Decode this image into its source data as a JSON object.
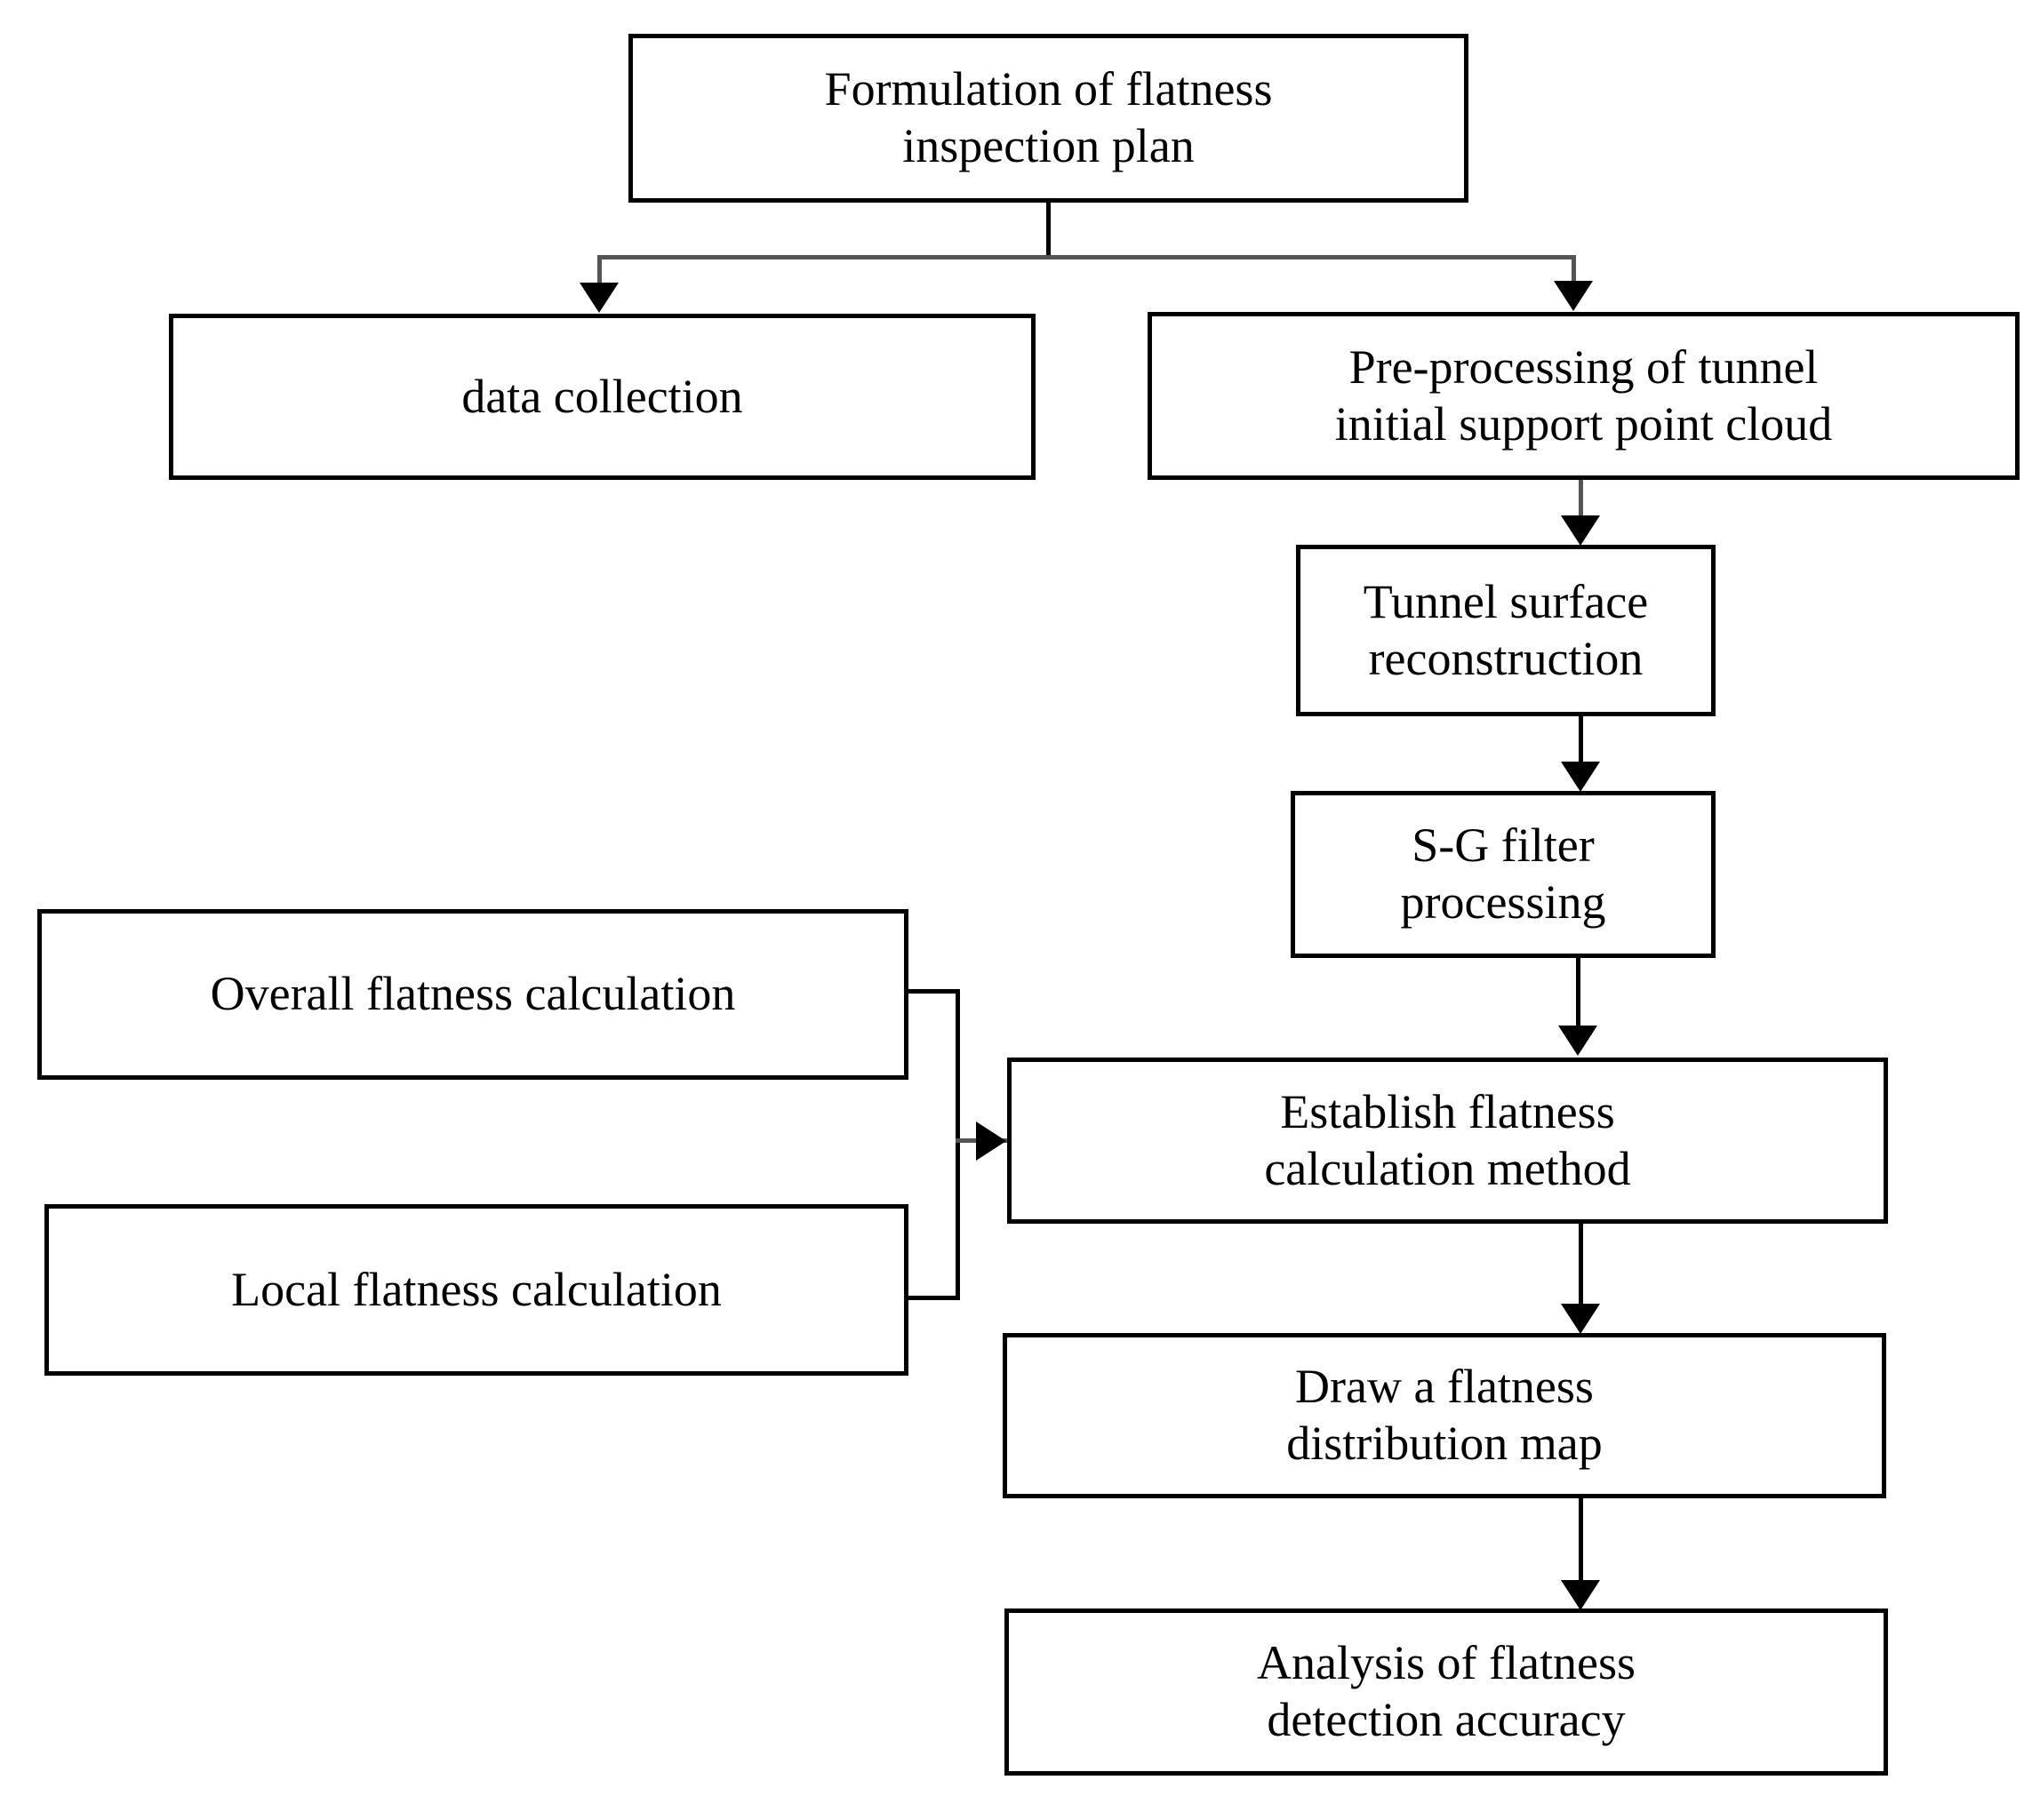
{
  "diagram": {
    "title": "Flatness inspection workflow flowchart",
    "type": "flowchart",
    "stroke_color": "#000000",
    "connector_color": "#555555",
    "background_color": "#ffffff",
    "nodes": [
      {
        "id": "formulation",
        "label": "Formulation of flatness\ninspection plan"
      },
      {
        "id": "data-collection",
        "label": "data collection"
      },
      {
        "id": "preprocessing",
        "label": "Pre-processing of tunnel\ninitial support point cloud"
      },
      {
        "id": "surface-recon",
        "label": "Tunnel surface\nreconstruction"
      },
      {
        "id": "sg-filter",
        "label": "S-G filter\nprocessing"
      },
      {
        "id": "overall-flatness",
        "label": "Overall flatness calculation"
      },
      {
        "id": "local-flatness",
        "label": "Local flatness calculation"
      },
      {
        "id": "establish-method",
        "label": "Establish flatness\ncalculation method"
      },
      {
        "id": "draw-map",
        "label": "Draw a flatness\ndistribution map"
      },
      {
        "id": "analysis",
        "label": "Analysis of flatness\ndetection accuracy"
      }
    ],
    "edges": [
      {
        "from": "formulation",
        "to": "data-collection",
        "style": "branch-left"
      },
      {
        "from": "formulation",
        "to": "preprocessing",
        "style": "branch-right"
      },
      {
        "from": "preprocessing",
        "to": "surface-recon",
        "style": "straight-down"
      },
      {
        "from": "surface-recon",
        "to": "sg-filter",
        "style": "straight-down"
      },
      {
        "from": "sg-filter",
        "to": "establish-method",
        "style": "straight-down"
      },
      {
        "from": "overall-flatness",
        "to": "establish-method",
        "style": "merge-right"
      },
      {
        "from": "local-flatness",
        "to": "establish-method",
        "style": "merge-right"
      },
      {
        "from": "establish-method",
        "to": "draw-map",
        "style": "straight-down"
      },
      {
        "from": "draw-map",
        "to": "analysis",
        "style": "straight-down"
      }
    ]
  }
}
